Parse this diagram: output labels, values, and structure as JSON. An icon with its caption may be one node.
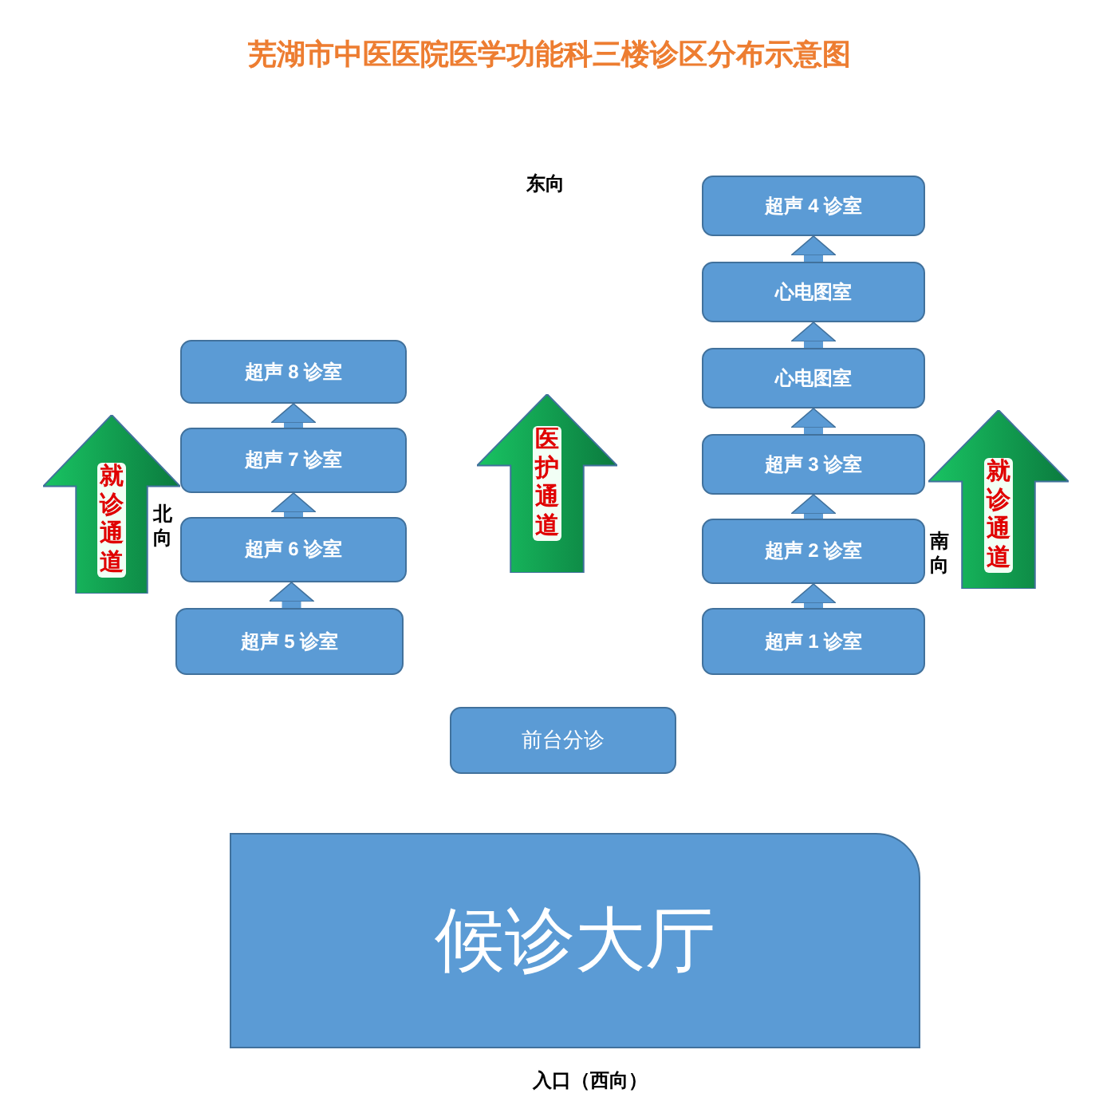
{
  "diagram": {
    "title": "芜湖市中医医院医学功能科三楼诊区分布示意图",
    "nodes": [
      {
        "text": [
          "超声 4 诊室"
        ]
      },
      {
        "text": [
          "心电图室"
        ]
      },
      {
        "text": [
          "心电图室"
        ]
      },
      {
        "text": [
          "超声 8 诊室"
        ]
      },
      {
        "text": [
          "超声 7 诊室"
        ]
      },
      {
        "text": [
          "就诊通道"
        ]
      },
      {
        "text": [
          "医护通道"
        ]
      },
      {
        "text": [
          "就诊通道"
        ]
      },
      {
        "text": [
          "超声 3 诊室"
        ]
      },
      {
        "text": [
          "超声 6 诊室"
        ]
      },
      {
        "text": [
          "超声 2 诊室"
        ]
      },
      {
        "text": [
          "超声 5 诊室"
        ]
      },
      {
        "text": [
          "超声 1 诊室"
        ]
      },
      {
        "text": [
          "前台分诊"
        ]
      },
      {
        "text": [
          "候诊大厅"
        ]
      }
    ],
    "edges": [
      {
        "from": 11,
        "to": 9,
        "arrow": "to"
      },
      {
        "from": 9,
        "to": 4,
        "arrow": "to"
      },
      {
        "from": 4,
        "to": 3,
        "arrow": "to"
      },
      {
        "from": 12,
        "to": 10,
        "arrow": "to"
      },
      {
        "from": 10,
        "to": 8,
        "arrow": "to"
      },
      {
        "from": 8,
        "to": 2,
        "arrow": "to"
      },
      {
        "from": 2,
        "to": 1,
        "arrow": "to"
      },
      {
        "from": 1,
        "to": 0,
        "arrow": "to"
      }
    ],
    "labels": [
      "东向",
      "北向",
      "南向",
      "入口（西向）"
    ]
  }
}
